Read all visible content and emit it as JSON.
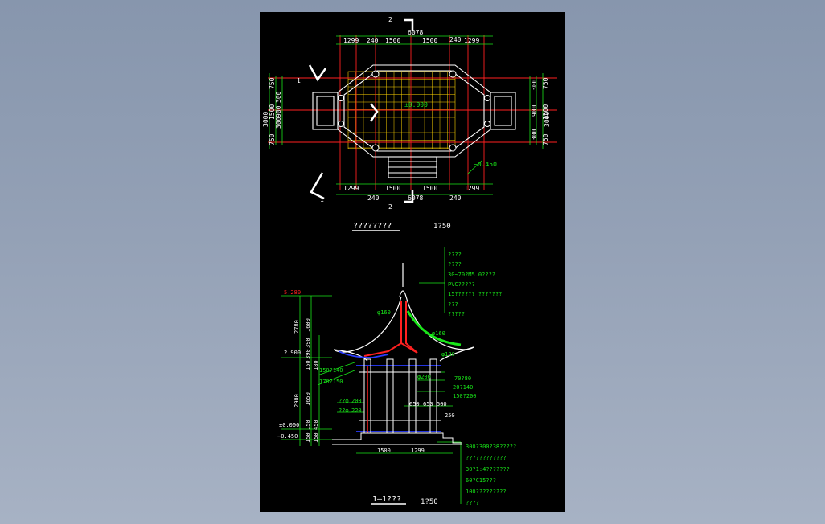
{
  "plan": {
    "top_total": "6078",
    "top_dims": [
      "1299",
      "240",
      "1500",
      "1500",
      "240",
      "1299"
    ],
    "bottom_dims": [
      "1299",
      "1500",
      "1500",
      "1299"
    ],
    "bottom_sub": [
      "240",
      "6078",
      "240"
    ],
    "left_dims": [
      "750",
      "1500",
      "750"
    ],
    "left_sub": [
      "300",
      "900",
      "300"
    ],
    "left_total": "3000",
    "right_dims": [
      "750",
      "1500",
      "750"
    ],
    "right_sub": [
      "300",
      "900",
      "300"
    ],
    "right_total": "3000",
    "level_center": "±0.000",
    "level_outside": "−0.450",
    "section_top": "2",
    "section_bottom": "2",
    "cut_top": "1",
    "cut_bottom": "1",
    "title": "????????",
    "scale": "1?50"
  },
  "section": {
    "title": "1—1???",
    "scale": "1?50",
    "elev_top": "5.280",
    "elev_mid": "2.900",
    "elev_zero": "±0.000",
    "elev_bottom": "−0.450",
    "vdims": [
      "1600",
      "2780",
      "390",
      "390",
      "150",
      "180",
      "1650",
      "2900",
      "150",
      "450",
      "150",
      "150"
    ],
    "spec_top": [
      "????",
      "????",
      "30~70?M5.0????",
      "PVC?????",
      "15?????? ???????",
      "???",
      "?????"
    ],
    "dia_labels": [
      "φ160",
      "φ160",
      "φ180",
      "φ200"
    ],
    "left_specs": [
      "150?140",
      "170?150",
      "??φ",
      "??φ",
      "200",
      "220"
    ],
    "right_specs": [
      "70?80",
      "20?140",
      "150?200"
    ],
    "mid_dims": [
      "650",
      "650",
      "500",
      "250"
    ],
    "base_dims": [
      "1500",
      "1299"
    ],
    "spec_bottom": [
      "300?300?38?????",
      "????????????",
      "30?1:4???????",
      "60?C15???",
      "100?????????",
      "????"
    ]
  }
}
